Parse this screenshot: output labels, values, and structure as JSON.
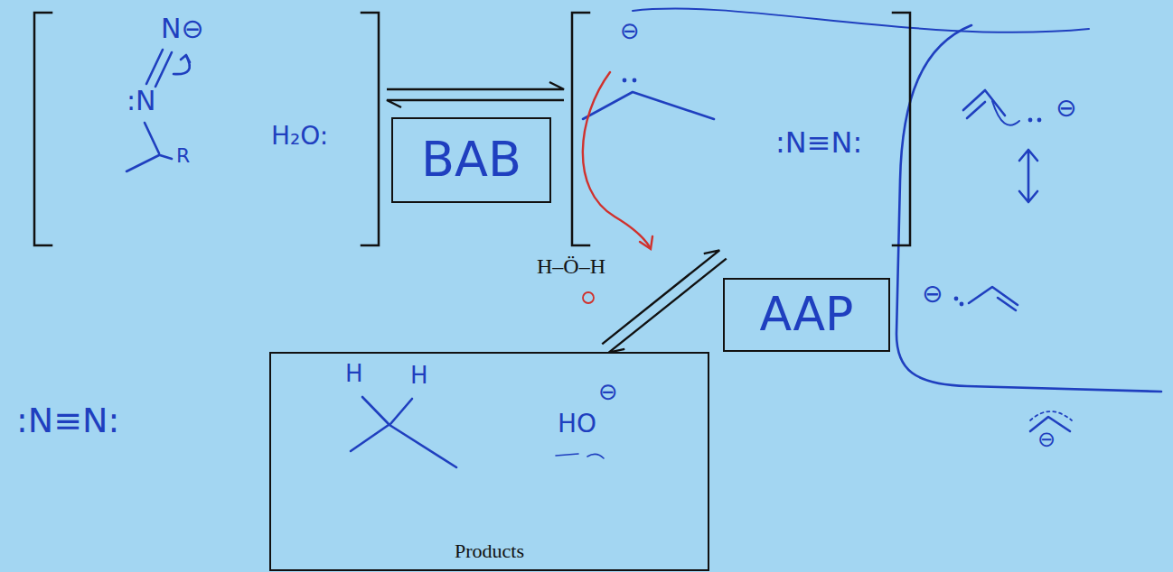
{
  "diagram": {
    "nodes": [
      {
        "text": [
          ":N",
          "N⊖",
          "R",
          "H₂O:"
        ]
      },
      {
        "text": [
          "BAB"
        ]
      },
      {
        "text": [
          "⊖",
          ":N≡N:"
        ]
      },
      {
        "text": [
          "AAP"
        ]
      },
      {
        "text": [
          "H",
          "H",
          "HO",
          "⊖",
          "Products"
        ]
      }
    ],
    "edges": [
      {
        "from": 0,
        "to": 2,
        "arrow": "both"
      },
      {
        "from": 2,
        "to": 4,
        "arrow": "both"
      }
    ],
    "labels": [
      "H–Ö–H",
      ":N≡N:",
      "⊖",
      "⊖",
      "⊖"
    ]
  }
}
